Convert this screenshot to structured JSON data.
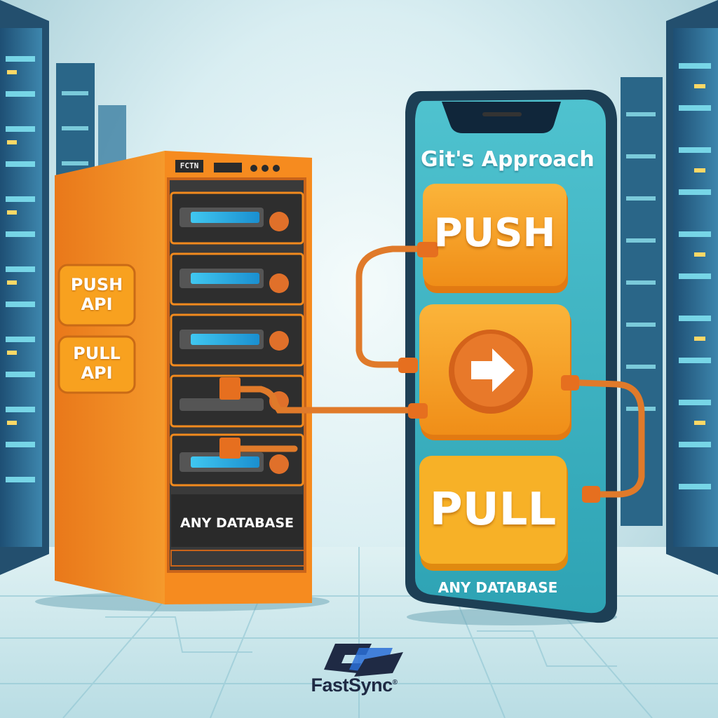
{
  "server": {
    "badge": "FCTN",
    "push_api": "PUSH API",
    "pull_api": "PULL API",
    "database_label": "ANY DATABASE"
  },
  "phone": {
    "title": "Git's Approach",
    "push": "PUSH",
    "pull": "PULL",
    "database_label": "ANY DATABASE"
  },
  "logo": {
    "name": "FastSync",
    "mark": "®"
  },
  "colors": {
    "orange": "#f28a1d",
    "orange_dark": "#c8631a",
    "button_orange": "#f6a21f",
    "phone_screen": "#3fb6c4",
    "rack_blue": "#2a6f9a",
    "logo_navy": "#1f2a44",
    "logo_blue": "#2a6fd6"
  }
}
